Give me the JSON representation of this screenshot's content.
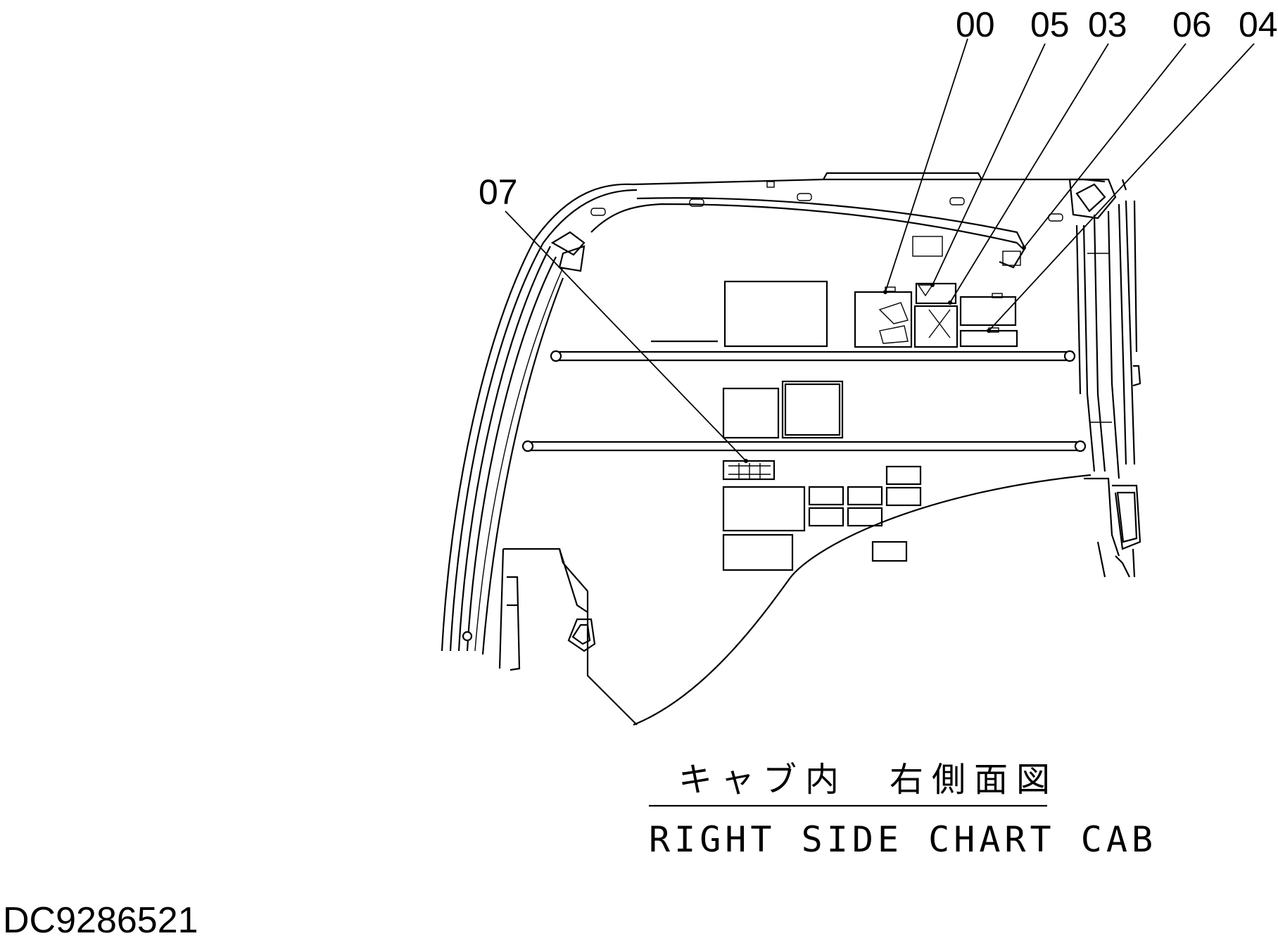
{
  "diagram": {
    "callouts": [
      {
        "id": "00",
        "label": "00"
      },
      {
        "id": "05",
        "label": "05"
      },
      {
        "id": "03",
        "label": "03"
      },
      {
        "id": "06",
        "label": "06"
      },
      {
        "id": "04",
        "label": "04"
      },
      {
        "id": "07",
        "label": "07"
      }
    ],
    "title_japanese": "キャブ内　右側面図",
    "title_english": "RIGHT SIDE CHART CAB",
    "drawing_number": "DC9286521"
  }
}
